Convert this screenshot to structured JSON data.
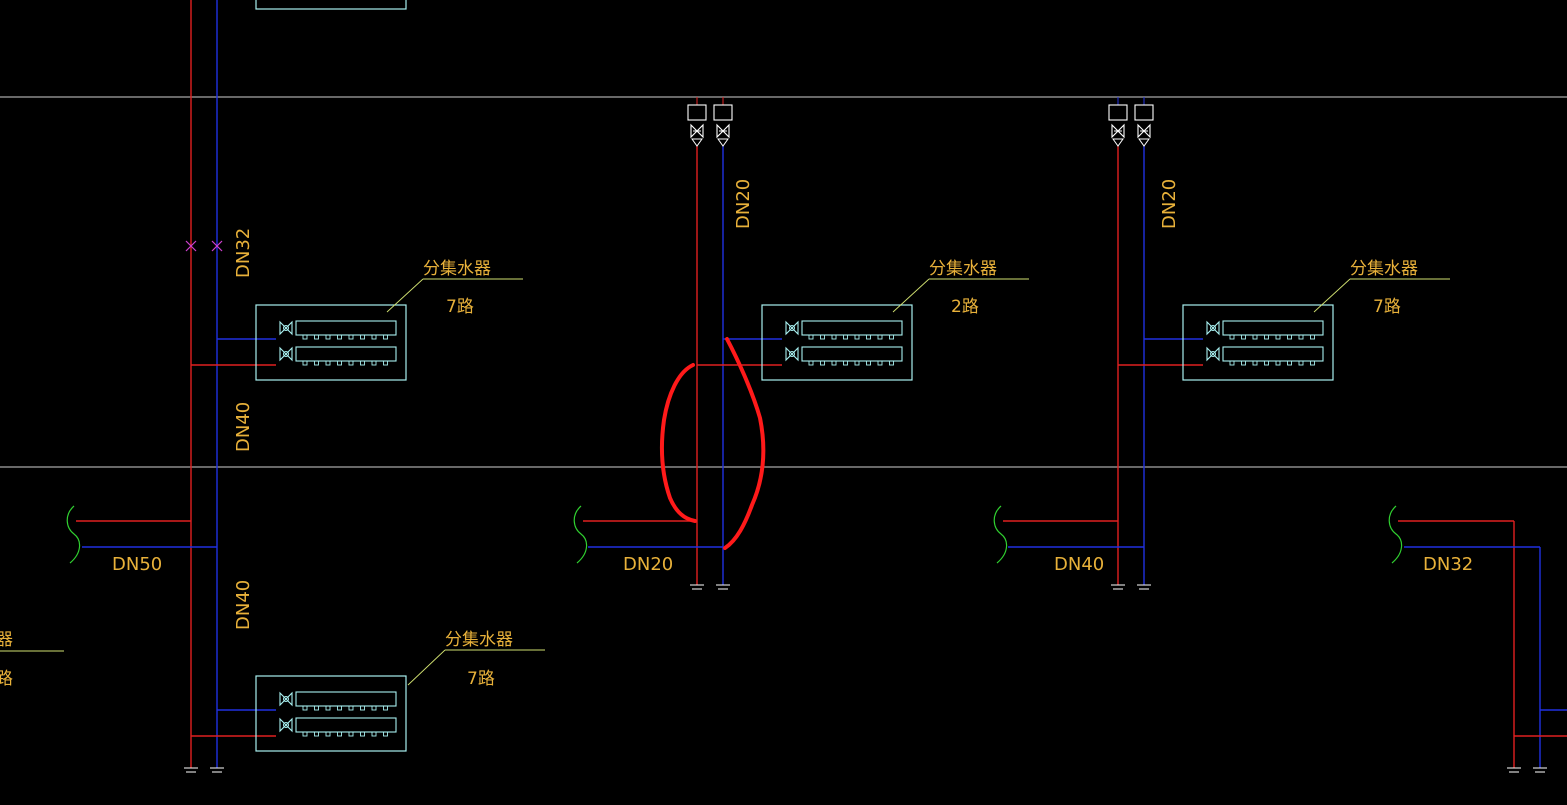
{
  "colors": {
    "background": "#000000",
    "supply_pipe": "#e02020",
    "return_pipe": "#2030e0",
    "manifold_outline": "#a8f0f0",
    "text": "#e8b13a",
    "floor_line": "#d0d0d0",
    "break_mark": "#30d030",
    "markup": "#ff1a1a",
    "valve_mark": "#d040d0"
  },
  "labels": {
    "dn20": "DN20",
    "dn32": "DN32",
    "dn40": "DN40",
    "dn50": "DN50"
  },
  "manifolds": [
    {
      "title": "分集水器",
      "count": "7路"
    },
    {
      "title": "分集水器",
      "count": "2路"
    },
    {
      "title": "分集水器",
      "count": "7路"
    },
    {
      "title": "分集水器",
      "count": "7路"
    },
    {
      "title": "器",
      "count": "路"
    }
  ],
  "markup": {
    "type": "red-circle-annotation"
  }
}
